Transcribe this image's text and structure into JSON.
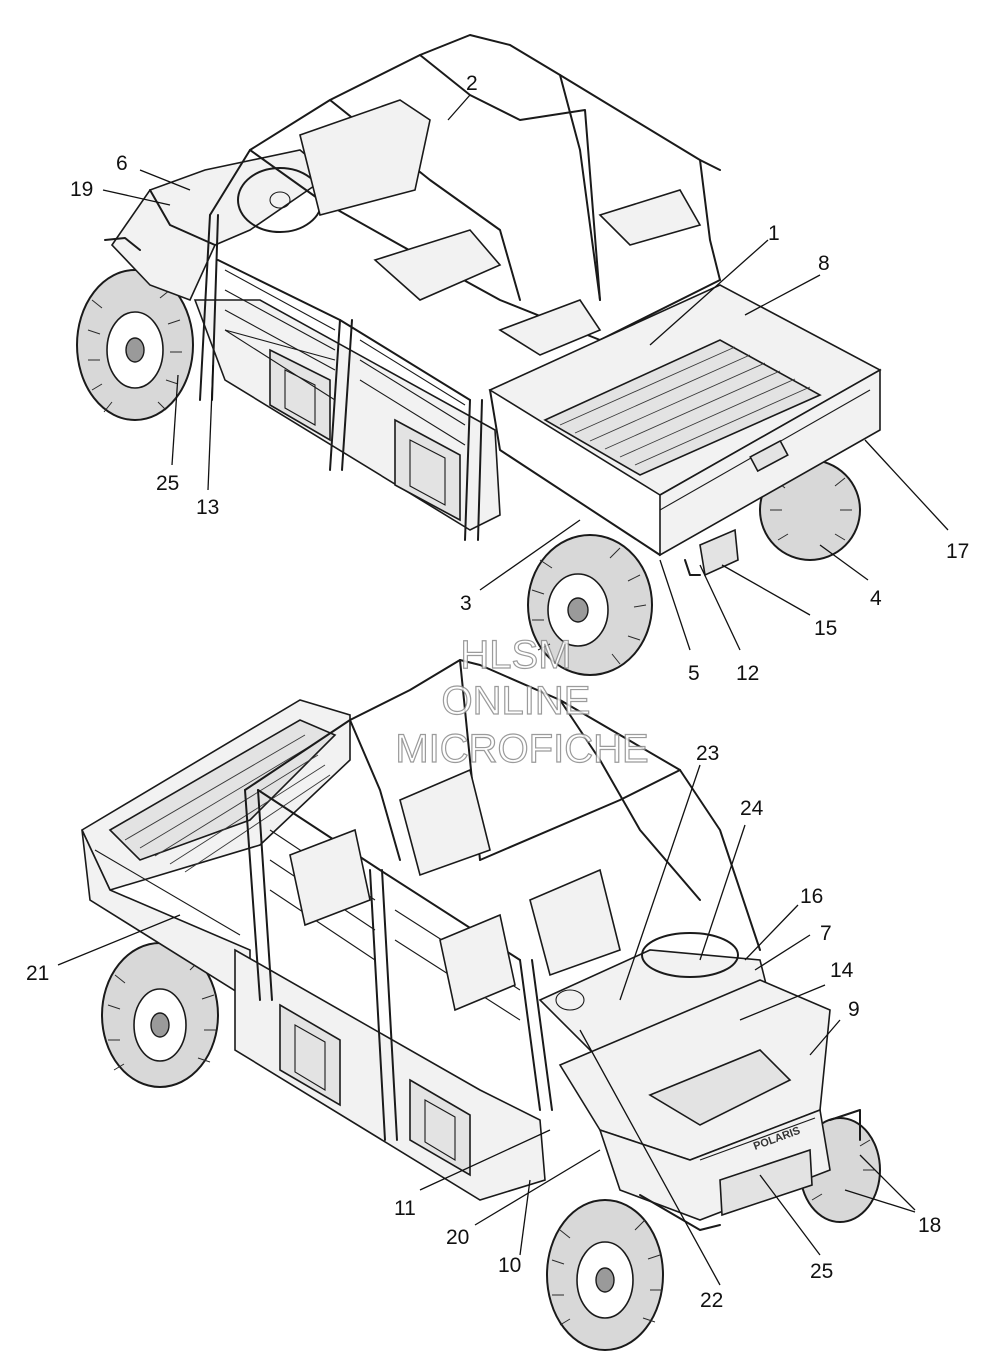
{
  "watermark": {
    "line1": "HLSM",
    "line2": "ONLINE",
    "line3": "MICROFICHE"
  },
  "upper_view": {
    "callouts": [
      "1",
      "2",
      "3",
      "4",
      "5",
      "6",
      "8",
      "12",
      "13",
      "15",
      "17",
      "19",
      "25"
    ]
  },
  "lower_view": {
    "callouts": [
      "7",
      "9",
      "10",
      "11",
      "14",
      "16",
      "18",
      "20",
      "21",
      "22",
      "23",
      "24",
      "25"
    ]
  },
  "emblem_text": "POLARIS"
}
